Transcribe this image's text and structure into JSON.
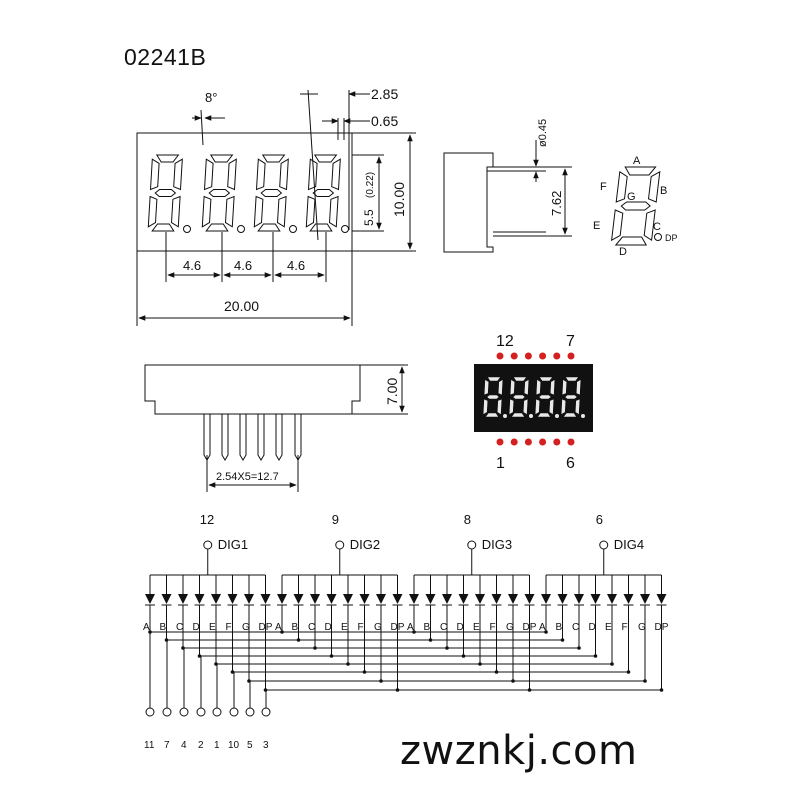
{
  "part_number": "02241B",
  "website": "zwznkj.com",
  "front_view": {
    "angle": "8°",
    "dim_lead_offset": "2.85",
    "dim_dp_size": "0.65",
    "dim_digit_height": "5.5",
    "dim_digit_height_in": "(0.22)",
    "dim_height": "10.00",
    "dim_pitch": [
      "4.6",
      "4.6",
      "4.6"
    ],
    "dim_width": "20.00"
  },
  "side_view": {
    "dim_pin_dia": "ø0.45",
    "dim_pin_length": "7.62"
  },
  "segment_labels": {
    "A": "A",
    "B": "B",
    "C": "C",
    "D": "D",
    "E": "E",
    "F": "F",
    "G": "G",
    "DP": "DP"
  },
  "bottom_view": {
    "dim_depth": "7.00",
    "dim_pin_span": "2.54X5=12.7"
  },
  "photo": {
    "top_left_pin": "12",
    "top_right_pin": "7",
    "bottom_left_pin": "1",
    "bottom_right_pin": "6",
    "colors": {
      "led": "#e8e8e8",
      "body": "#111111",
      "pin": "#d42020"
    }
  },
  "schematic": {
    "digits": [
      {
        "pin": "12",
        "label": "DIG1"
      },
      {
        "pin": "9",
        "label": "DIG2"
      },
      {
        "pin": "8",
        "label": "DIG3"
      },
      {
        "pin": "6",
        "label": "DIG4"
      }
    ],
    "segments": [
      "A",
      "B",
      "C",
      "D",
      "E",
      "F",
      "G",
      "DP"
    ],
    "segment_pins": [
      "11",
      "7",
      "4",
      "2",
      "1",
      "10",
      "5",
      "3"
    ]
  }
}
